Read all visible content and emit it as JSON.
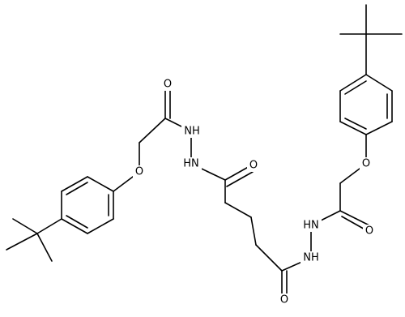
{
  "molecule": {
    "atom_labels": {
      "o_ether_left": "O",
      "o_carbonyl_left": "O",
      "nh_left_a": "NH",
      "nh_left_b": "HN",
      "o_carbonyl_center": "O",
      "o_carbonyl_bottom": "O",
      "nh_right_a": "NH",
      "nh_right_b": "HN",
      "o_carbonyl_right": "O",
      "o_ether_right": "O"
    }
  }
}
